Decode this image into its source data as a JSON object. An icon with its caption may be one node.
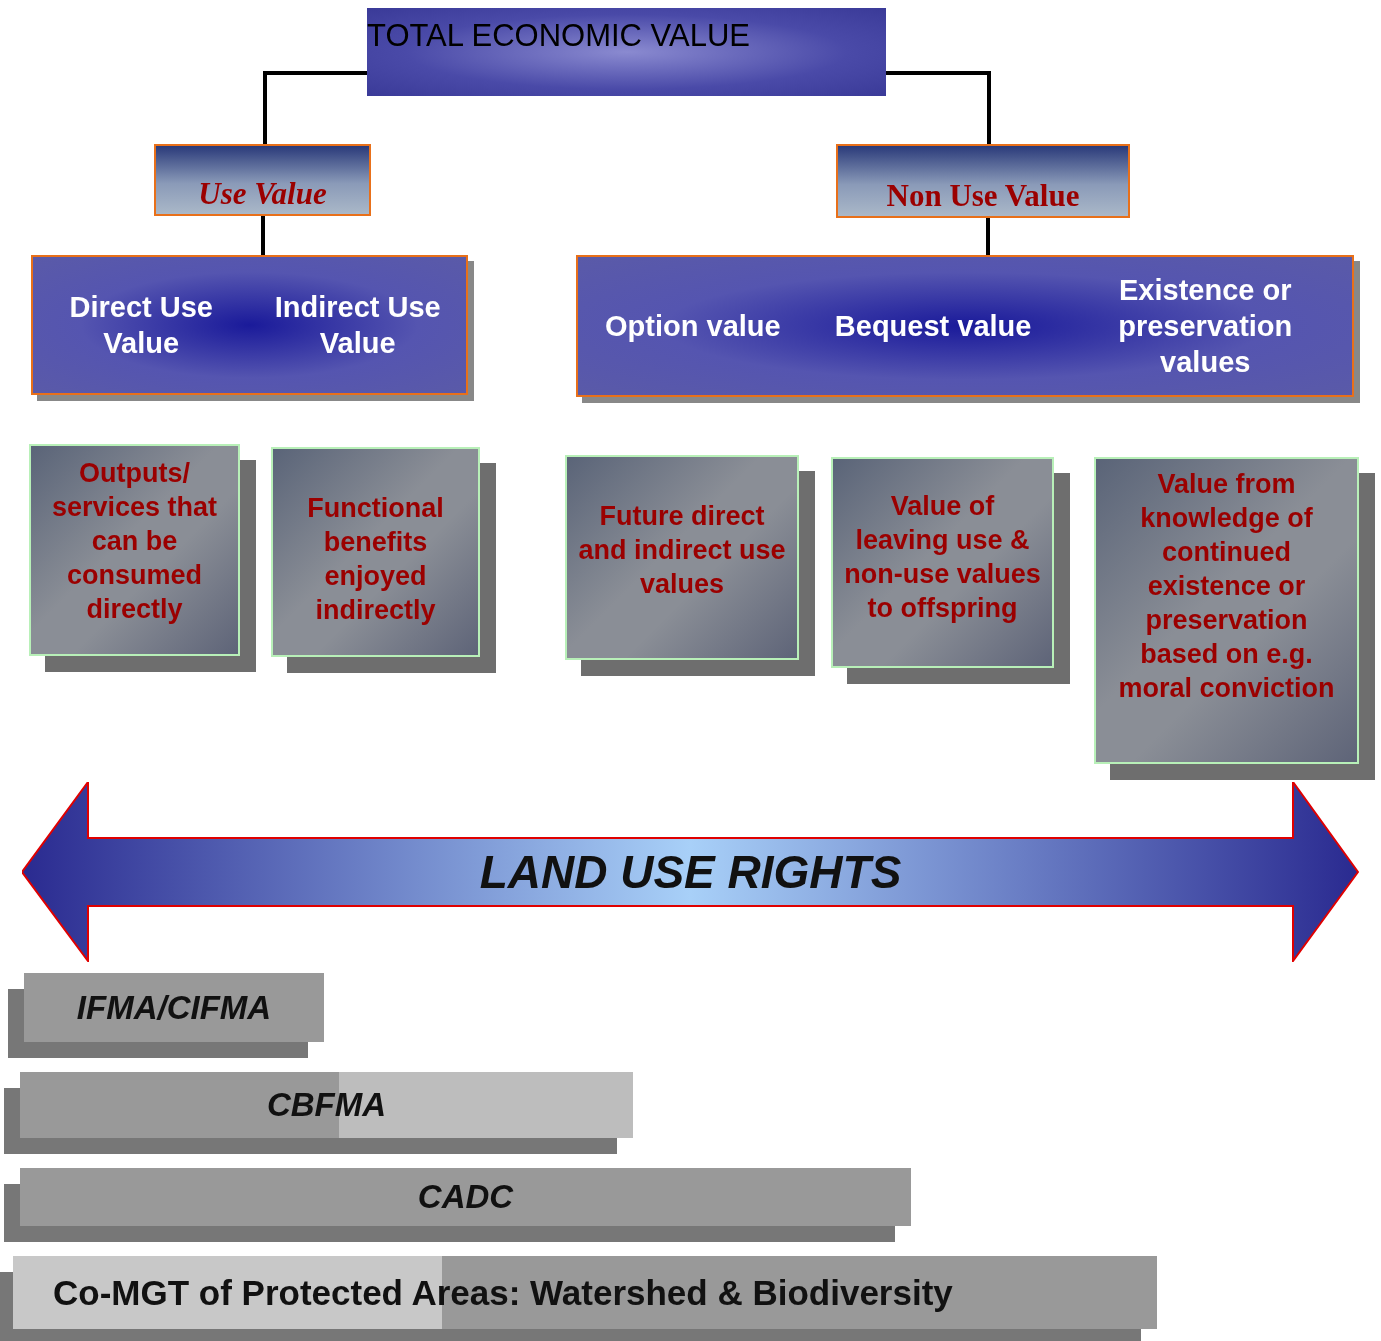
{
  "diagram": {
    "nodes": [
      {
        "text": [
          "TOTAL ECONOMIC VALUE"
        ]
      },
      {
        "text": [
          "Use Value"
        ]
      },
      {
        "text": [
          "Non Use Value"
        ]
      },
      {
        "text": [
          "Direct Use Value",
          "Indirect Use Value"
        ]
      },
      {
        "text": [
          "Option value",
          "Bequest value",
          "Existence or preservation values"
        ]
      },
      {
        "text": [
          "Outputs/ services that can be consumed directly"
        ]
      },
      {
        "text": [
          "Functional benefits enjoyed indirectly"
        ]
      },
      {
        "text": [
          "Future direct and indirect use values"
        ]
      },
      {
        "text": [
          "Value of leaving use & non-use values to offspring"
        ]
      },
      {
        "text": [
          "Value from knowledge of continued existence or preservation based on e.g. moral conviction"
        ]
      },
      {
        "text": [
          "LAND USE RIGHTS"
        ]
      },
      {
        "text": [
          "IFMA/CIFMA"
        ]
      },
      {
        "text": [
          "CBFMA"
        ]
      },
      {
        "text": [
          "CADC"
        ]
      },
      {
        "text": [
          "Co-MGT of Protected Areas: Watershed & Biodiversity"
        ]
      }
    ],
    "edges": [
      {
        "from": 0,
        "to": 1,
        "arrow": "none"
      },
      {
        "from": 0,
        "to": 2,
        "arrow": "none"
      },
      {
        "from": 1,
        "to": 3,
        "arrow": "none"
      },
      {
        "from": 2,
        "to": 4,
        "arrow": "none"
      }
    ]
  }
}
